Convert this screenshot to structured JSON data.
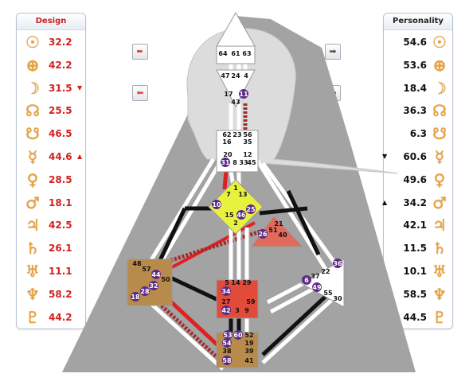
{
  "design": {
    "title": "Design",
    "rows": [
      {
        "glyph": "sun-icon",
        "symbol": "☉",
        "value": "32.2",
        "mark": ""
      },
      {
        "glyph": "earth-icon",
        "symbol": "⊕",
        "value": "42.2",
        "mark": ""
      },
      {
        "glyph": "moon-icon",
        "symbol": "☽",
        "value": "31.5",
        "mark": "▼"
      },
      {
        "glyph": "north-node-icon",
        "symbol": "☊",
        "value": "25.5",
        "mark": ""
      },
      {
        "glyph": "south-node-icon",
        "symbol": "☋",
        "value": "46.5",
        "mark": ""
      },
      {
        "glyph": "mercury-icon",
        "symbol": "☿",
        "value": "44.6",
        "mark": "▲"
      },
      {
        "glyph": "venus-icon",
        "symbol": "♀",
        "value": "28.5",
        "mark": ""
      },
      {
        "glyph": "mars-icon",
        "symbol": "♂",
        "value": "18.1",
        "mark": ""
      },
      {
        "glyph": "jupiter-icon",
        "symbol": "♃",
        "value": "42.5",
        "mark": ""
      },
      {
        "glyph": "saturn-icon",
        "symbol": "♄",
        "value": "26.1",
        "mark": ""
      },
      {
        "glyph": "uranus-icon",
        "symbol": "♅",
        "value": "11.1",
        "mark": ""
      },
      {
        "glyph": "neptune-icon",
        "symbol": "♆",
        "value": "58.2",
        "mark": ""
      },
      {
        "glyph": "pluto-icon",
        "symbol": "♇",
        "value": "44.2",
        "mark": ""
      }
    ]
  },
  "personality": {
    "title": "Personality",
    "rows": [
      {
        "glyph": "sun-icon",
        "symbol": "☉",
        "value": "54.6",
        "mark": ""
      },
      {
        "glyph": "earth-icon",
        "symbol": "⊕",
        "value": "53.6",
        "mark": ""
      },
      {
        "glyph": "moon-icon",
        "symbol": "☽",
        "value": "18.4",
        "mark": ""
      },
      {
        "glyph": "north-node-icon",
        "symbol": "☊",
        "value": "36.3",
        "mark": ""
      },
      {
        "glyph": "south-node-icon",
        "symbol": "☋",
        "value": "6.3",
        "mark": ""
      },
      {
        "glyph": "mercury-icon",
        "symbol": "☿",
        "value": "60.6",
        "mark": "▼"
      },
      {
        "glyph": "venus-icon",
        "symbol": "♀",
        "value": "49.6",
        "mark": ""
      },
      {
        "glyph": "mars-icon",
        "symbol": "♂",
        "value": "34.2",
        "mark": "▲"
      },
      {
        "glyph": "jupiter-icon",
        "symbol": "♃",
        "value": "42.1",
        "mark": ""
      },
      {
        "glyph": "saturn-icon",
        "symbol": "♄",
        "value": "11.5",
        "mark": ""
      },
      {
        "glyph": "uranus-icon",
        "symbol": "♅",
        "value": "10.1",
        "mark": ""
      },
      {
        "glyph": "neptune-icon",
        "symbol": "♆",
        "value": "58.5",
        "mark": "▲"
      },
      {
        "glyph": "pluto-icon",
        "symbol": "♇",
        "value": "44.5",
        "mark": ""
      }
    ]
  },
  "nav": {
    "left_top": "➨",
    "left_bottom": "⬅",
    "right_top": "➡",
    "right_bottom": "⬅"
  },
  "bodygraph": {
    "head": [
      "64",
      "61",
      "63"
    ],
    "ajna": [
      "47",
      "24",
      "4",
      "17",
      "43",
      "11"
    ],
    "throat": [
      "62",
      "23",
      "56",
      "16",
      "35",
      "20",
      "12",
      "31",
      "8",
      "33",
      "45"
    ],
    "g": [
      "1",
      "7",
      "13",
      "10",
      "15",
      "2",
      "25",
      "46"
    ],
    "heart": [
      "21",
      "51",
      "26",
      "40"
    ],
    "spleen": [
      "48",
      "57",
      "44",
      "50",
      "32",
      "28",
      "18"
    ],
    "sacral": [
      "5",
      "14",
      "29",
      "34",
      "27",
      "59",
      "42",
      "3",
      "9"
    ],
    "solar": [
      "36",
      "22",
      "37",
      "6",
      "49",
      "55",
      "30"
    ],
    "root": [
      "53",
      "60",
      "52",
      "54",
      "19",
      "38",
      "39",
      "58",
      "41"
    ]
  },
  "colors": {
    "design_red": "#d42020",
    "defined_yellow": "#e6f03a",
    "defined_red": "#e23a2a",
    "defined_brown": "#b07a3a",
    "gate_purple": "#5b2a86",
    "silhouette": "#9a9a9a"
  }
}
